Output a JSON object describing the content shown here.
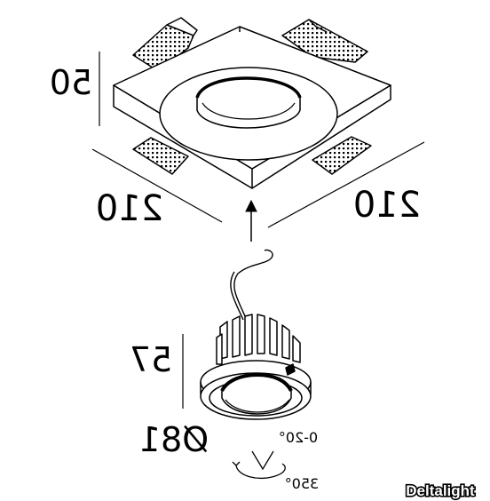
{
  "dimensions": {
    "housing_height": "50",
    "housing_width_left": "210",
    "housing_width_right": "210",
    "module_height": "57",
    "module_diameter": "Ø81"
  },
  "adjustment": {
    "tilt": "0-20°",
    "rotation": "350°"
  },
  "brand": "Deltalight"
}
